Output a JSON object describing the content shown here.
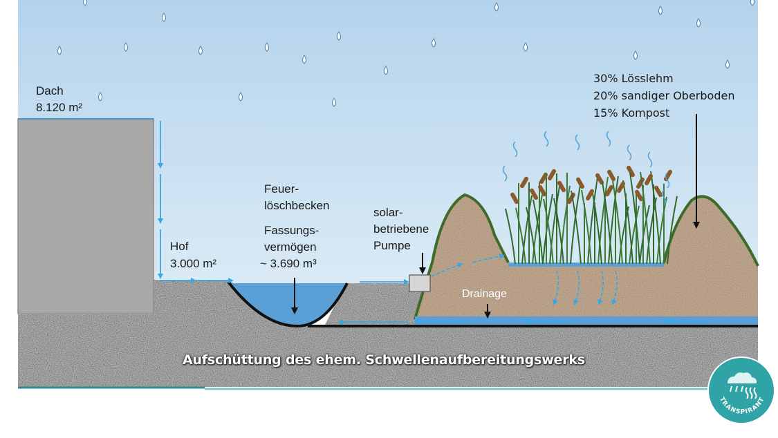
{
  "labels": {
    "roof_name": "Dach",
    "roof_area": "8.120 m²",
    "yard_name": "Hof",
    "yard_area": "3.000 m²",
    "basin_line1": "Feuer-",
    "basin_line2": "löschbecken",
    "capacity_line1": "Fassungs-",
    "capacity_line2": "vermögen",
    "capacity_value": "~ 3.690  m³",
    "pump_line1": "solar-",
    "pump_line2": "betriebene",
    "pump_line3": "Pumpe",
    "drainage": "Drainage",
    "soil_line1": "30% Lösslehm",
    "soil_line2": "20% sandiger Oberboden",
    "soil_line3": "15% Kompost",
    "caption": "Aufschüttung des ehem. Schwellenaufbereitungswerks"
  },
  "badge": {
    "text": "TRANSPIRANT",
    "icon": "rain-cloud-transpiration-icon"
  },
  "colors": {
    "sky_top": "#b9d7ee",
    "sky_bottom": "#d9eaf6",
    "building": "#a9a9a9",
    "ground": "#b5b5b5",
    "mound": "#c4ab94",
    "mound_edge": "#3f6b2a",
    "water": "#5aa0d6",
    "flow_arrow": "#3aa7e0",
    "badge": "#2fa3a6",
    "accent_line": "#3aa9b0"
  }
}
